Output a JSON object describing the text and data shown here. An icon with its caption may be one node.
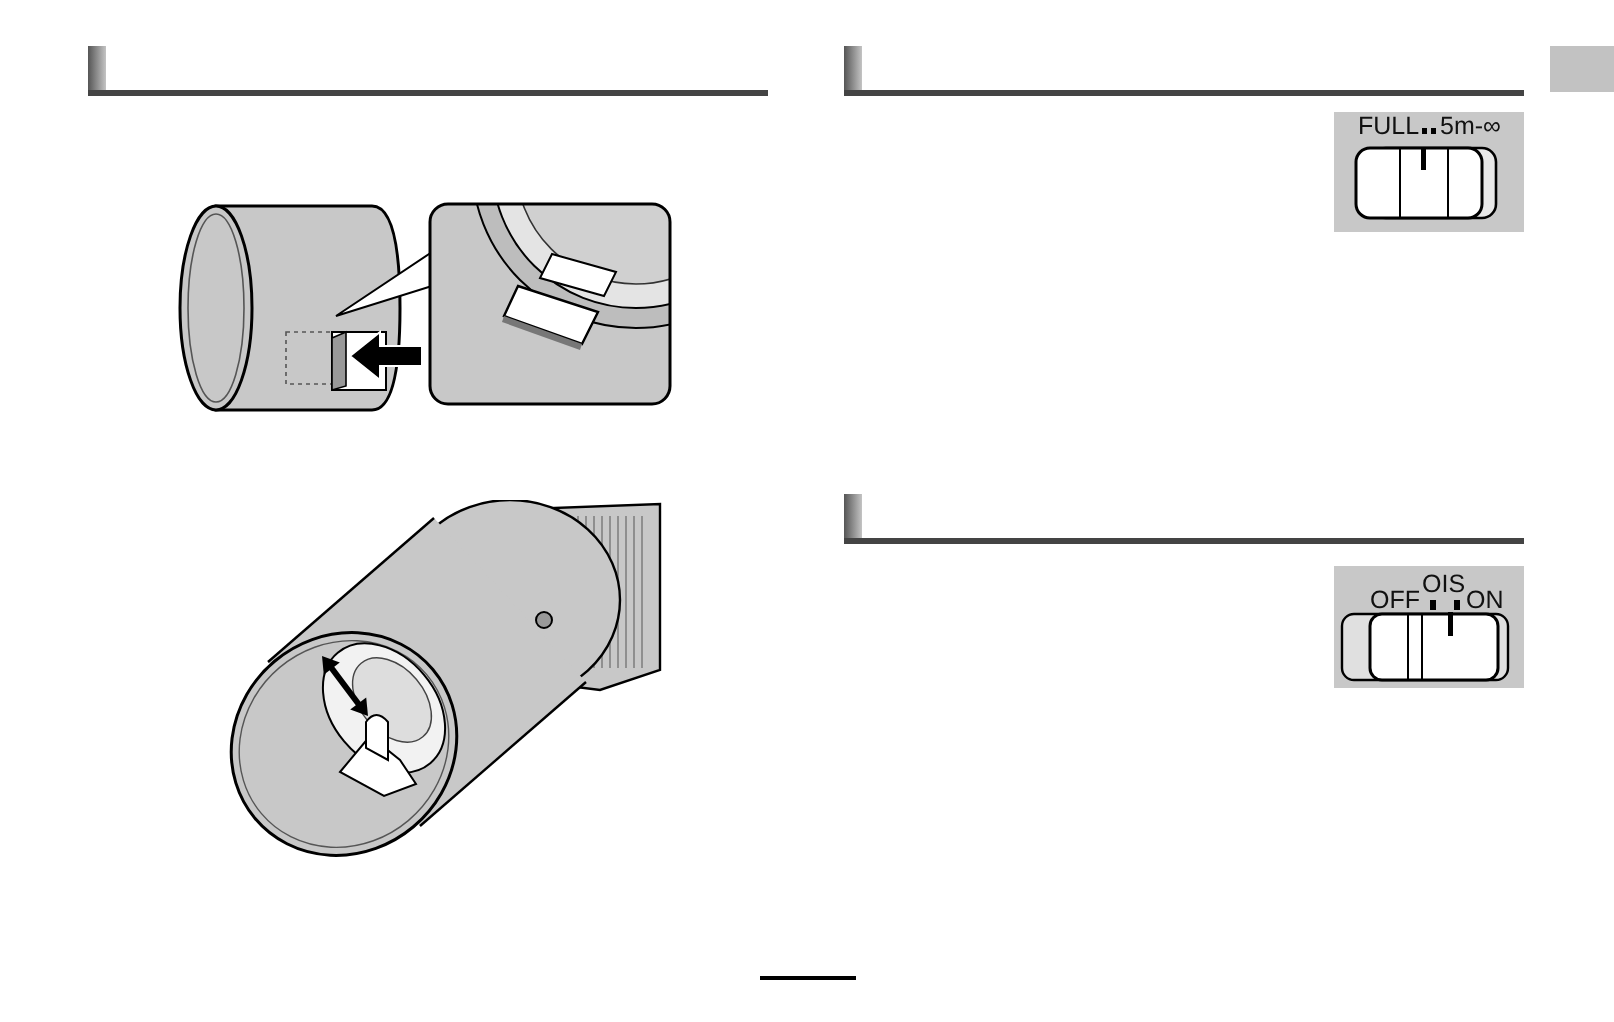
{
  "diagram": {
    "labels": [
      "FULL",
      "5m-∞",
      "OFF",
      "OIS",
      "ON"
    ]
  }
}
